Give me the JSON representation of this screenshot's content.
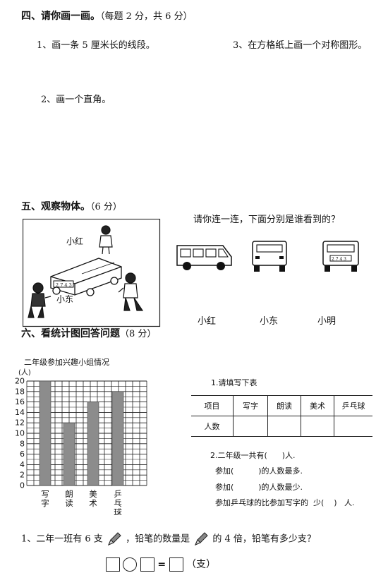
{
  "section4": {
    "title": "四、请你画一画。",
    "note": "（每题 2 分，共 6 分）",
    "q1": "1、画一条 5 厘米长的线段。",
    "q2": "2、画一个直角。",
    "q3": "3、在方格纸上画一个对称图形。"
  },
  "section5": {
    "title": "五、观察物体。",
    "note": "（6 分）",
    "prompt": "请你连一连，下面分别是谁看到的？",
    "scene_labels": {
      "xiaohong": "小红",
      "xiaodong": "小东"
    },
    "plate_number": "2 7 4 3",
    "small_plate": "2 7 4 3",
    "answer_labels": [
      "小红",
      "小东",
      "小明"
    ]
  },
  "section6": {
    "title": "六、看统计图回答问题",
    "note": "（8 分）",
    "table_title": "1.请填写下表",
    "table_headers": [
      "项目",
      "写字",
      "朗读",
      "美术",
      "乒乓球"
    ],
    "table_row_label": "人数",
    "q2_line1": "2.二年级一共有(      )人.",
    "q2_line2": "参加(          )的人数最多.",
    "q2_line3": "参加(          )的人数最少.",
    "q2_line4": "参加乒乓球的比参加写字的  少(    )   人."
  },
  "chart_data": {
    "type": "bar",
    "title": "二年级参加兴趣小组情况",
    "ylabel": "(人)",
    "categories": [
      "写字",
      "朗读",
      "美术",
      "乒乓球"
    ],
    "values": [
      20,
      12,
      16,
      18
    ],
    "ylim": [
      0,
      20
    ],
    "yticks": [
      "0",
      "2",
      "4",
      "6",
      "8",
      "10",
      "12",
      "14",
      "16",
      "18",
      "20"
    ],
    "bar_color": "#8c8c8c",
    "grid": true
  },
  "question1": {
    "text_a": "1、二年一班有 6 支",
    "text_b": "，铅笔的数量是",
    "text_c": "的 4 倍，铅笔有多少支？",
    "equals": "=",
    "unit": "（支）"
  }
}
